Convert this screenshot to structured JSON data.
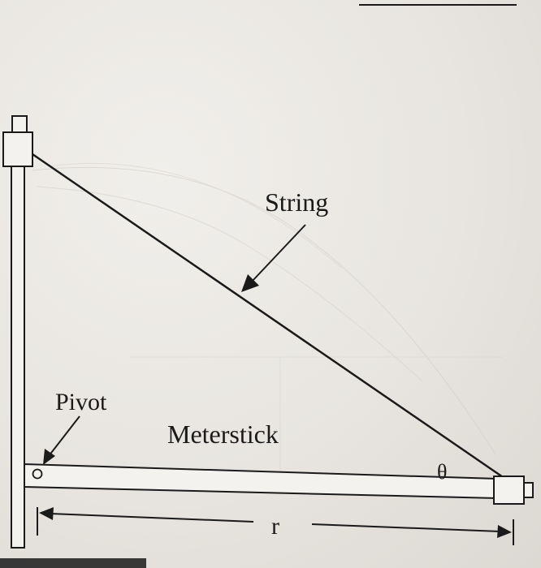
{
  "diagram": {
    "labels": {
      "string": "String",
      "pivot": "Pivot",
      "meterstick": "Meterstick",
      "angle": "θ",
      "distance": "r"
    },
    "colors": {
      "ink": "#1a1a1a",
      "paper": "#ece9e4",
      "bleed": "#cfcac4"
    }
  }
}
